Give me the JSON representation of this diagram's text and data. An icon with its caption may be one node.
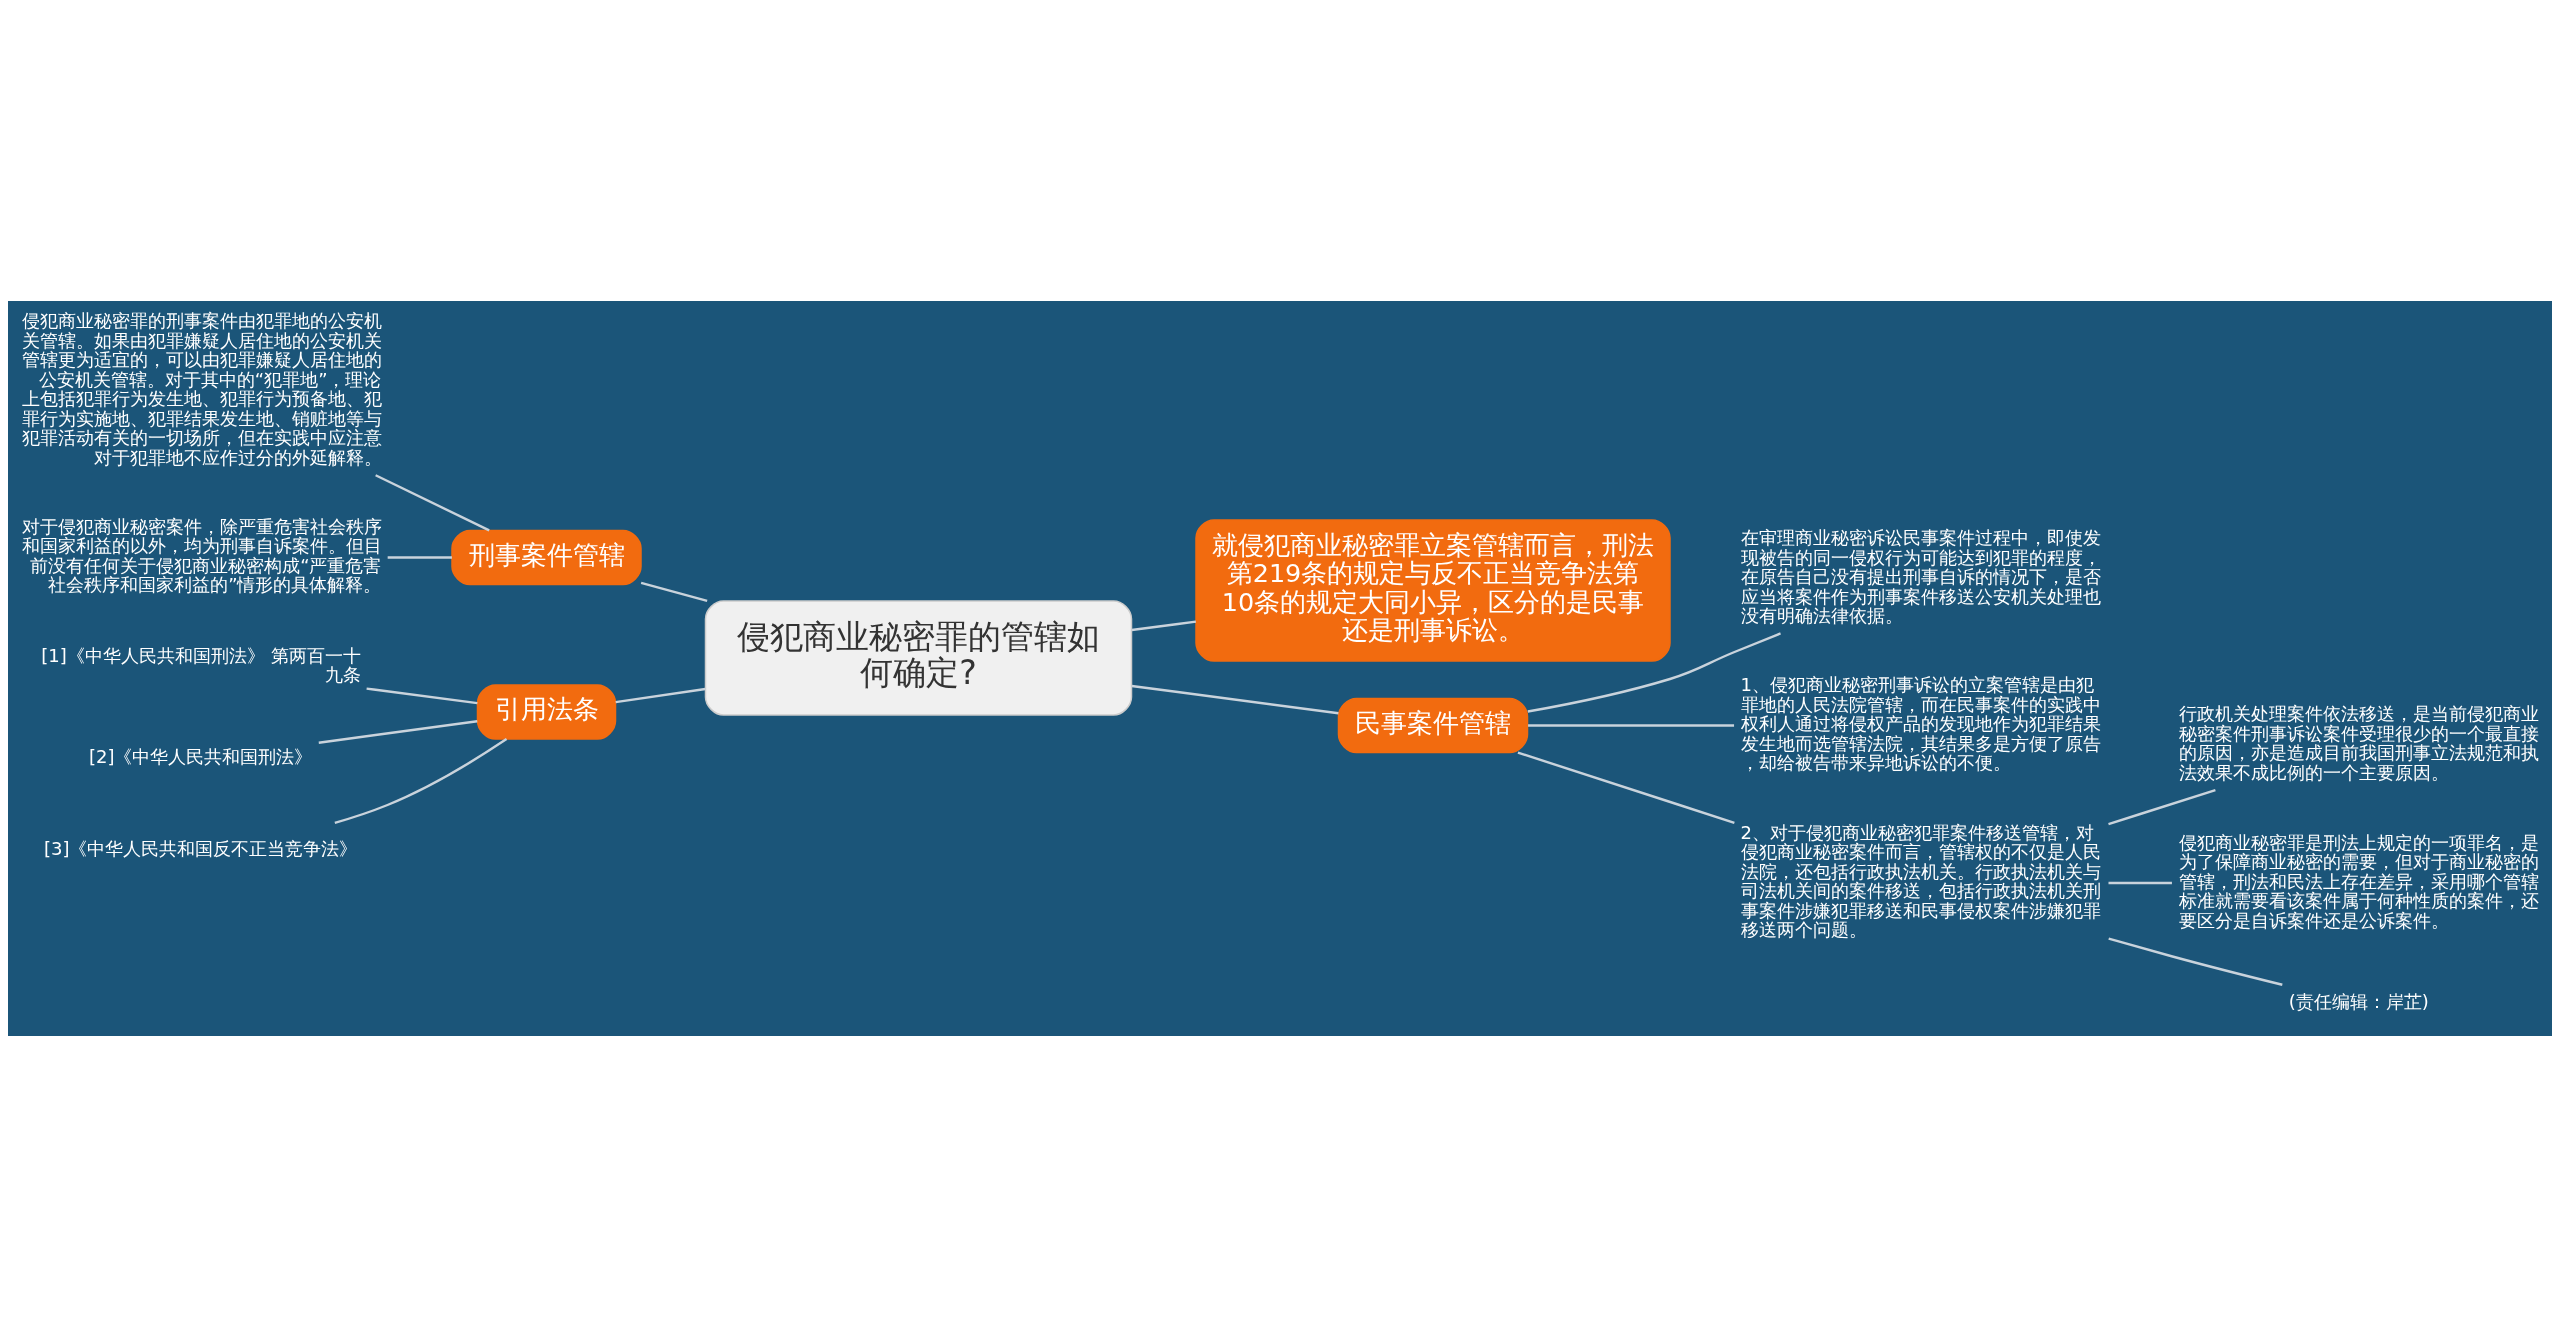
{
  "diagram": {
    "nodes": [
      {
        "text": [
          "侵犯商业秘密罪的管辖如何确定?"
        ]
      },
      {
        "text": [
          "刑事案件管辖"
        ]
      },
      {
        "text": [
          "侵犯商业秘密罪的刑事案件由犯罪地的公安机关管辖。如果由犯罪嫌疑人居住地的公安机关管辖更为适宜的，可以由犯罪嫌疑人居住地的公安机关管辖。对于其中的“犯罪地”，理论上包括犯罪行为发生地、犯罪行为预备地、犯罪行为实施地、犯罪结果发生地、销赃地等与犯罪活动有关的一切场所，但在实践中应注意对于犯罪地不应作过分的外延解释。"
        ]
      },
      {
        "text": [
          "对于侵犯商业秘密案件，除严重危害社会秩序和国家利益的以外，均为刑事自诉案件。但目前没有任何关于侵犯商业秘密构成“严重危害社会秩序和国家利益的”情形的具体解释。"
        ]
      },
      {
        "text": [
          "引用法条"
        ]
      },
      {
        "text": [
          "[1]《中华人民共和国刑法》 第两百一十九条"
        ]
      },
      {
        "text": [
          "[2]《中华人民共和国刑法》"
        ]
      },
      {
        "text": [
          "[3]《中华人民共和国反不正当竞争法》"
        ]
      },
      {
        "text": [
          "就侵犯商业秘密罪立案管辖而言，刑法第219条的规定与反不正当竞争法第10条的规定大同小异，区分的是民事还是刑事诉讼。"
        ]
      },
      {
        "text": [
          "民事案件管辖"
        ]
      },
      {
        "text": [
          "在审理商业秘密诉讼民事案件过程中，即使发现被告的同一侵权行为可能达到犯罪的程度，在原告自己没有提出刑事自诉的情况下，是否应当将案件作为刑事案件移送公安机关处理也没有明确法律依据。"
        ]
      },
      {
        "text": [
          "1、侵犯商业秘密刑事诉讼的立案管辖是由犯罪地的人民法院管辖，而在民事案件的实践中权利人通过将侵权产品的发现地作为犯罪结果发生地而选管辖法院，其结果多是方便了原告，却给被告带来异地诉讼的不便。"
        ]
      },
      {
        "text": [
          "2、对于侵犯商业秘密犯罪案件移送管辖，对侵犯商业秘密案件而言，管辖权的不仅是人民法院，还包括行政执法机关。行政执法机关与司法机关间的案件移送，包括行政执法机关刑事案件涉嫌犯罪移送和民事侵权案件涉嫌犯罪移送两个问题。"
        ]
      },
      {
        "text": [
          "行政机关处理案件依法移送，是当前侵犯商业秘密案件刑事诉讼案件受理很少的一个最直接的原因，亦是造成目前我国刑事立法规范和执法效果不成比例的一个主要原因。"
        ]
      },
      {
        "text": [
          "侵犯商业秘密罪是刑法上规定的一项罪名，是为了保障商业秘密的需要，但对于商业秘密的管辖，刑法和民法上存在差异，采用哪个管辖标准就需要看该案件属于何种性质的案件，还要区分是自诉案件还是公诉案件。"
        ]
      },
      {
        "text": [
          "(责任编辑：岸芷)"
        ]
      }
    ],
    "edges": [
      {
        "from": 0,
        "to": 1,
        "arrow": "none"
      },
      {
        "from": 1,
        "to": 2,
        "arrow": "none"
      },
      {
        "from": 1,
        "to": 3,
        "arrow": "none"
      },
      {
        "from": 0,
        "to": 4,
        "arrow": "none"
      },
      {
        "from": 4,
        "to": 5,
        "arrow": "none"
      },
      {
        "from": 4,
        "to": 6,
        "arrow": "none"
      },
      {
        "from": 4,
        "to": 7,
        "arrow": "none"
      },
      {
        "from": 0,
        "to": 8,
        "arrow": "none"
      },
      {
        "from": 0,
        "to": 9,
        "arrow": "none"
      },
      {
        "from": 9,
        "to": 10,
        "arrow": "none"
      },
      {
        "from": 9,
        "to": 11,
        "arrow": "none"
      },
      {
        "from": 9,
        "to": 12,
        "arrow": "none"
      },
      {
        "from": 12,
        "to": 13,
        "arrow": "none"
      },
      {
        "from": 12,
        "to": 14,
        "arrow": "none"
      },
      {
        "from": 12,
        "to": 15,
        "arrow": "none"
      }
    ]
  }
}
